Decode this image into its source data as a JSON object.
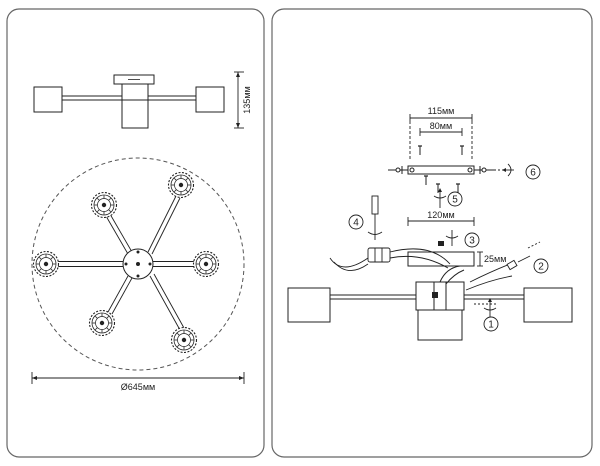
{
  "left_panel": {
    "dimensions": {
      "height": "135мм",
      "diameter": "Ø645мм"
    }
  },
  "right_panel": {
    "dimensions": {
      "outer_width": "115мм",
      "inner_width": "80мм",
      "box_width": "120мм",
      "box_height": "25мм"
    },
    "steps": [
      "1",
      "2",
      "3",
      "4",
      "5",
      "6"
    ]
  },
  "colors": {
    "panel_border": "#666666",
    "line": "#222222",
    "dashed": "#555555"
  }
}
